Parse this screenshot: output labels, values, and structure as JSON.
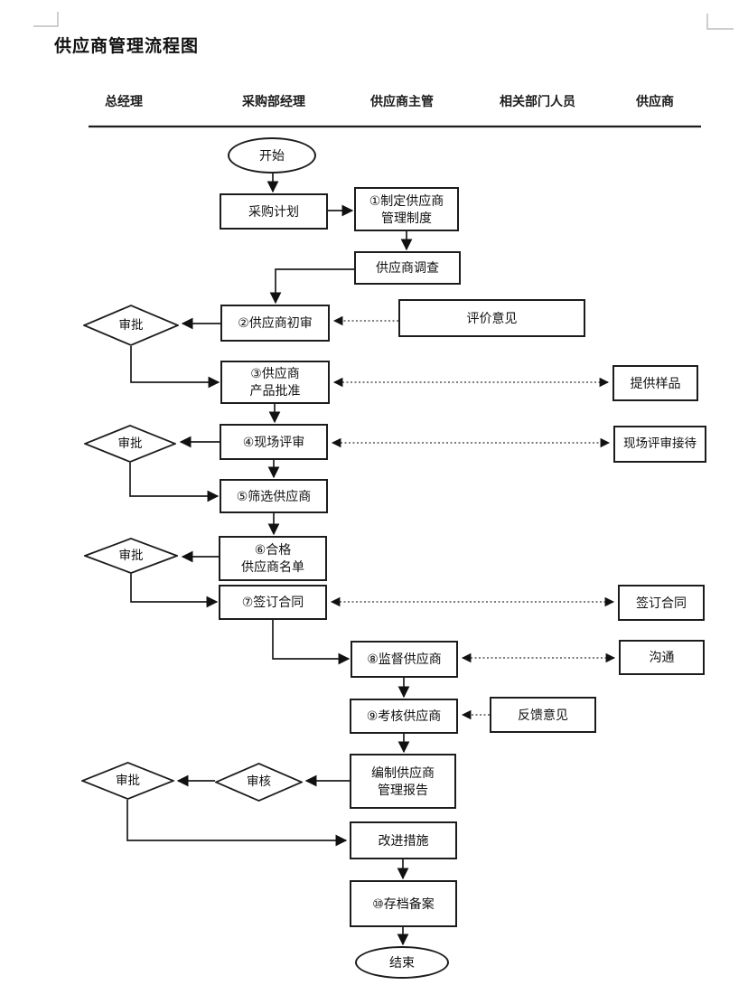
{
  "title": "供应商管理流程图",
  "lanes": [
    "总经理",
    "采购部经理",
    "供应商主管",
    "相关部门人员",
    "供应商"
  ],
  "nodes": {
    "start": {
      "label": "开始",
      "type": "terminator"
    },
    "purchase_plan": {
      "label": "采购计划",
      "type": "process"
    },
    "step1": {
      "label": "①制定供应商\n管理制度",
      "type": "process"
    },
    "survey": {
      "label": "供应商调查",
      "type": "process"
    },
    "eval_opinion": {
      "label": "评价意见",
      "type": "process"
    },
    "approval1": {
      "label": "审批",
      "type": "decision"
    },
    "step2": {
      "label": "②供应商初审",
      "type": "process"
    },
    "step3": {
      "label": "③供应商\n产品批准",
      "type": "process"
    },
    "samples": {
      "label": "提供样品",
      "type": "process"
    },
    "approval2": {
      "label": "审批",
      "type": "decision"
    },
    "step4": {
      "label": "④现场评审",
      "type": "process"
    },
    "site_reception": {
      "label": "现场评审接待",
      "type": "process"
    },
    "step5": {
      "label": "⑤筛选供应商",
      "type": "process"
    },
    "approval3": {
      "label": "审批",
      "type": "decision"
    },
    "step6": {
      "label": "⑥合格\n供应商名单",
      "type": "process"
    },
    "step7": {
      "label": "⑦签订合同",
      "type": "process"
    },
    "sign_contract": {
      "label": "签订合同",
      "type": "process"
    },
    "step8": {
      "label": "⑧监督供应商",
      "type": "process"
    },
    "communication": {
      "label": "沟通",
      "type": "process"
    },
    "step9": {
      "label": "⑨考核供应商",
      "type": "process"
    },
    "feedback": {
      "label": "反馈意见",
      "type": "process"
    },
    "report": {
      "label": "编制供应商\n管理报告",
      "type": "process"
    },
    "review": {
      "label": "审核",
      "type": "decision"
    },
    "approval4": {
      "label": "审批",
      "type": "decision"
    },
    "improvement": {
      "label": "改进措施",
      "type": "process"
    },
    "step10": {
      "label": "⑩存档备案",
      "type": "process"
    },
    "end": {
      "label": "结束",
      "type": "terminator"
    }
  },
  "edges": [
    {
      "from": "start",
      "to": "purchase_plan",
      "style": "solid"
    },
    {
      "from": "purchase_plan",
      "to": "step1",
      "style": "solid"
    },
    {
      "from": "step1",
      "to": "survey",
      "style": "solid"
    },
    {
      "from": "survey",
      "to": "step2",
      "style": "solid"
    },
    {
      "from": "eval_opinion",
      "to": "step2",
      "style": "dotted"
    },
    {
      "from": "step2",
      "to": "approval1",
      "style": "solid"
    },
    {
      "from": "approval1",
      "to": "step3",
      "style": "solid"
    },
    {
      "from": "step3",
      "to": "samples",
      "style": "dotted-double"
    },
    {
      "from": "step3",
      "to": "step4",
      "style": "solid"
    },
    {
      "from": "step4",
      "to": "approval2",
      "style": "solid"
    },
    {
      "from": "approval2",
      "to": "step5",
      "style": "solid"
    },
    {
      "from": "step4",
      "to": "step5",
      "style": "solid"
    },
    {
      "from": "step4",
      "to": "site_reception",
      "style": "dotted-double"
    },
    {
      "from": "step5",
      "to": "step6",
      "style": "solid"
    },
    {
      "from": "step6",
      "to": "approval3",
      "style": "solid"
    },
    {
      "from": "approval3",
      "to": "step7",
      "style": "solid"
    },
    {
      "from": "step7",
      "to": "sign_contract",
      "style": "dotted-double"
    },
    {
      "from": "step7",
      "to": "step8",
      "style": "solid"
    },
    {
      "from": "step8",
      "to": "communication",
      "style": "dotted-double"
    },
    {
      "from": "step8",
      "to": "step9",
      "style": "solid"
    },
    {
      "from": "feedback",
      "to": "step9",
      "style": "dotted"
    },
    {
      "from": "step9",
      "to": "report",
      "style": "solid"
    },
    {
      "from": "report",
      "to": "review",
      "style": "solid"
    },
    {
      "from": "review",
      "to": "approval4",
      "style": "solid"
    },
    {
      "from": "approval4",
      "to": "improvement",
      "style": "solid"
    },
    {
      "from": "improvement",
      "to": "step10",
      "style": "solid"
    },
    {
      "from": "step10",
      "to": "end",
      "style": "solid"
    }
  ],
  "colors": {
    "line": "#1c1c1c",
    "dotted_line": "#555555",
    "corner_mark": "#bdbdbd",
    "background": "#ffffff"
  }
}
